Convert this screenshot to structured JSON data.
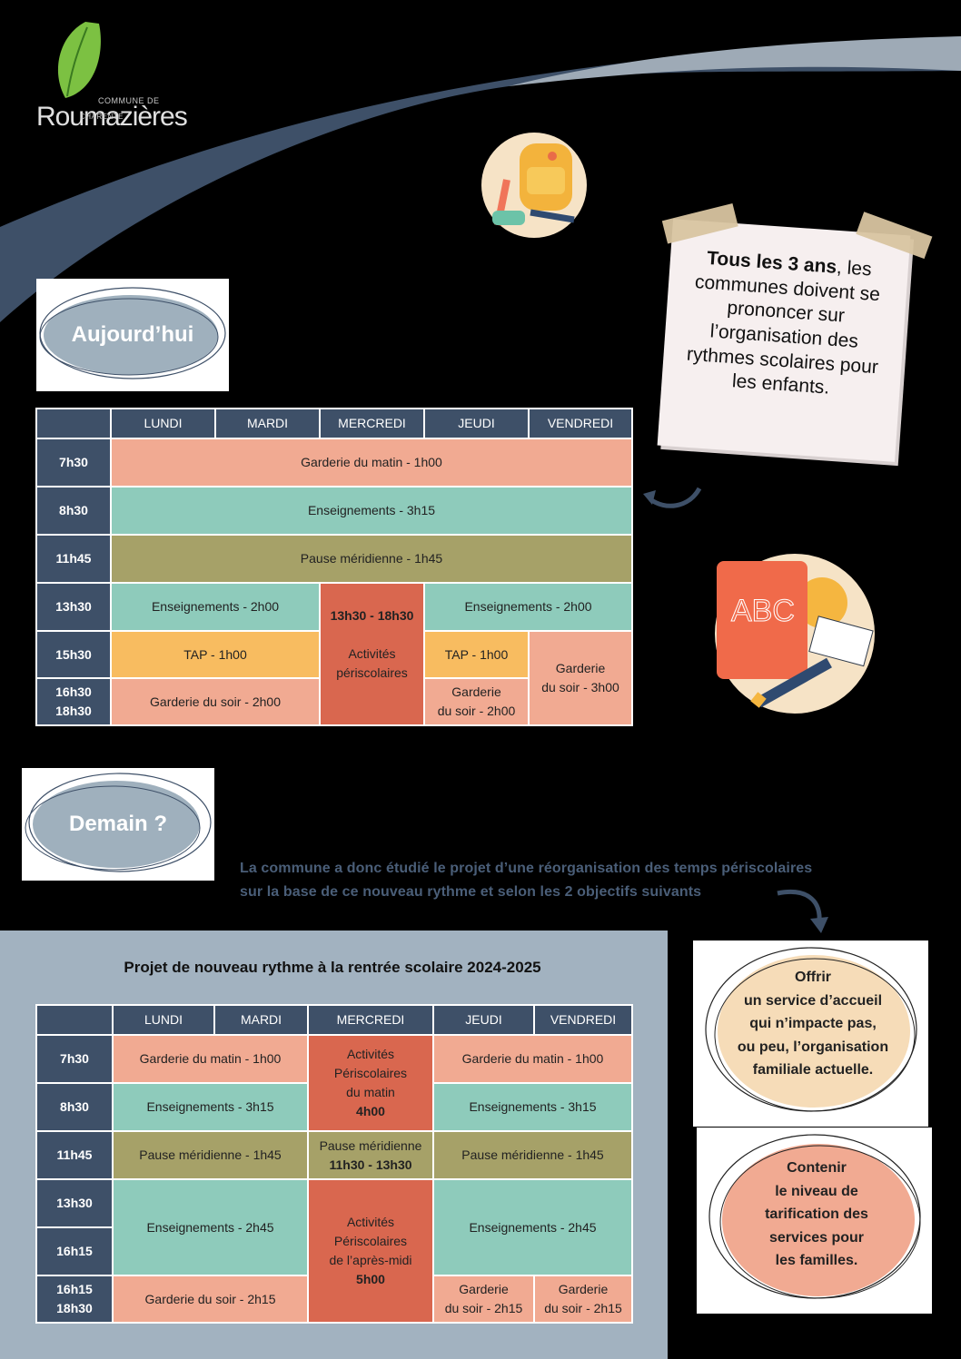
{
  "logo": {
    "commune_label": "COMMUNE DE",
    "name": "Roumazières",
    "region": "CHARENTE"
  },
  "today_label": "Aujourd’hui",
  "tomorrow_label": "Demain ?",
  "note": {
    "bold": "Tous les 3 ans",
    "rest": ", les communes doivent se prononcer sur l’organisation des rythmes scolaires pour les enfants."
  },
  "days": [
    "LUNDI",
    "MARDI",
    "MERCREDI",
    "JEUDI",
    "VENDREDI"
  ],
  "current_schedule": {
    "times": [
      "7h30",
      "8h30",
      "11h45",
      "13h30",
      "15h30",
      "16h30",
      "18h30"
    ],
    "garderie_matin": "Garderie du matin - 1h00",
    "enseignements_matin": "Enseignements - 3h15",
    "pause": "Pause méridienne - 1h45",
    "enseignements_aprem": "Enseignements - 2h00",
    "mercredi_time": "13h30 - 18h30",
    "mercredi_activity_1": "Activités",
    "mercredi_activity_2": "périscolaires",
    "tap": "TAP - 1h00",
    "garderie_soir_2h": "Garderie du soir - 2h00",
    "garderie_soir_jeudi_1": "Garderie",
    "garderie_soir_jeudi_2": "du soir - 2h00",
    "garderie_soir_vendredi_1": "Garderie",
    "garderie_soir_vendredi_2": "du soir - 3h00"
  },
  "intro": {
    "line1": "La commune a donc étudié le projet d’une réorganisation des temps périscolaires",
    "line2": "sur la base de ce nouveau rythme et selon les 2 objectifs suivants"
  },
  "project_title": "Projet de nouveau rythme à la rentrée scolaire 2024-2025",
  "new_schedule": {
    "times": [
      "7h30",
      "8h30",
      "11h45",
      "13h30",
      "16h15",
      "16h15",
      "18h30"
    ],
    "garderie_matin": "Garderie du matin - 1h00",
    "enseignements_matin": "Enseignements - 3h15",
    "pause": "Pause méridienne - 1h45",
    "mercredi_matin_1": "Activités",
    "mercredi_matin_2": "Périscolaires",
    "mercredi_matin_3": "du matin",
    "mercredi_matin_4": "4h00",
    "mercredi_pause_1": "Pause méridienne",
    "mercredi_pause_2": "11h30 - 13h30",
    "enseignements_aprem": "Enseignements - 2h45",
    "mercredi_aprem_1": "Activités",
    "mercredi_aprem_2": "Périscolaires",
    "mercredi_aprem_3": "de l’après-midi",
    "mercredi_aprem_4": "5h00",
    "garderie_soir": "Garderie du soir - 2h15",
    "garderie_soir_1": "Garderie",
    "garderie_soir_2": "du soir - 2h15"
  },
  "objectives": [
    [
      "Offrir",
      "un service d’accueil",
      "qui n’impacte pas,",
      "ou peu, l’organisation",
      "familiale actuelle."
    ],
    [
      "Contenir",
      "le niveau de",
      "tarification des",
      "services pour",
      "les familles."
    ]
  ],
  "colors": {
    "header_blue": "#3e5068",
    "pink": "#f1aa92",
    "teal": "#8ecbbb",
    "olive": "#a6a168",
    "orange": "#f8bc60",
    "red": "#d9674f"
  }
}
